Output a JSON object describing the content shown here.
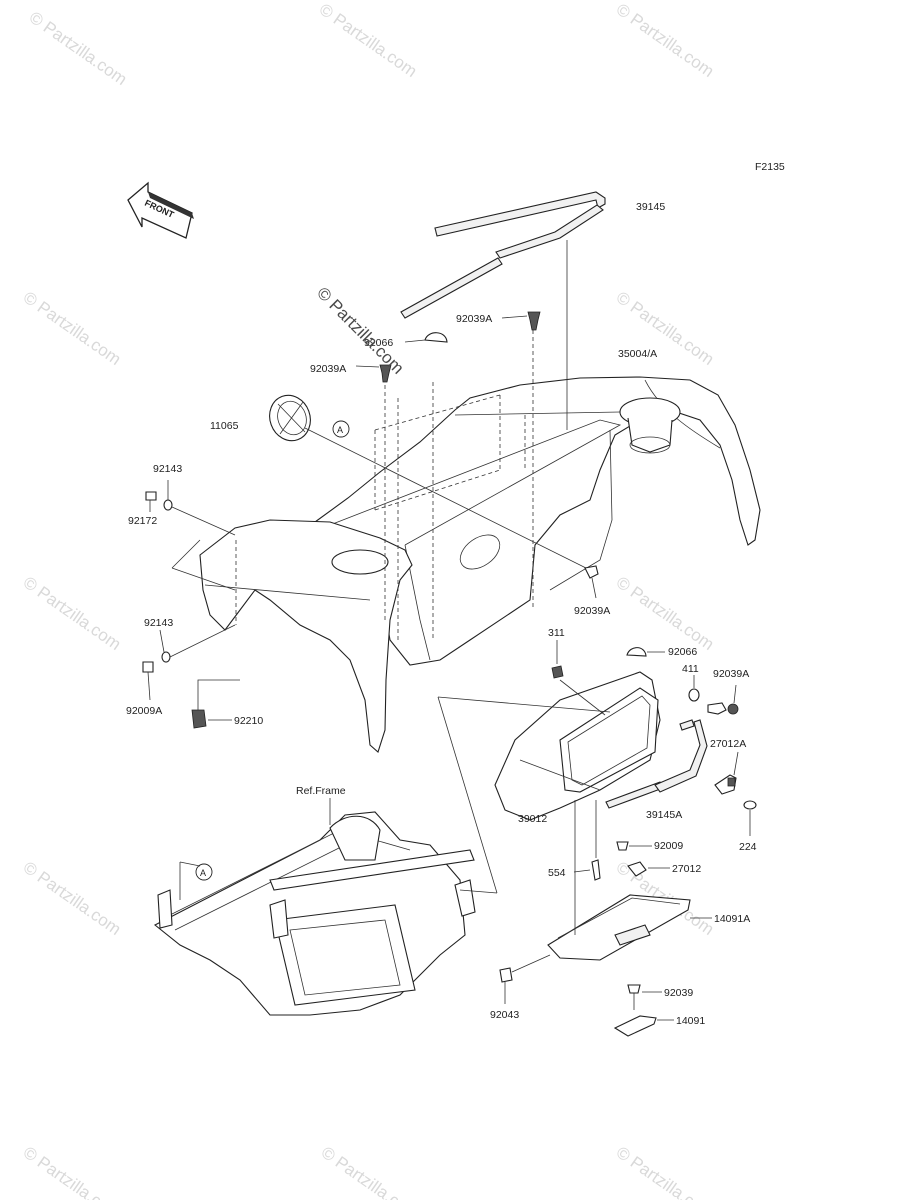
{
  "diagram_code": "F2135",
  "front_arrow_label": "FRONT",
  "ref_frame_label": "Ref.Frame",
  "circle_ref_label": "A",
  "watermark_text": "© Partzilla.com",
  "part_labels": {
    "p39145": "39145",
    "p92039A_top": "92039A",
    "p92066_top": "92066",
    "p35004A": "35004/A",
    "p92039A_left": "92039A",
    "p11065": "11065",
    "p92143_top": "92143",
    "p92172": "92172",
    "p92039A_mid": "92039A",
    "p92143_bot": "92143",
    "p92009A": "92009A",
    "p92210": "92210",
    "p311": "311",
    "p92066_mid": "92066",
    "p411": "411",
    "p92039A_right": "92039A",
    "p27012A": "27012A",
    "p39145A": "39145A",
    "p224": "224",
    "p39012": "39012",
    "p92009": "92009",
    "p554": "554",
    "p27012": "27012",
    "p14091A": "14091A",
    "p92043": "92043",
    "p92039": "92039",
    "p14091": "14091"
  }
}
